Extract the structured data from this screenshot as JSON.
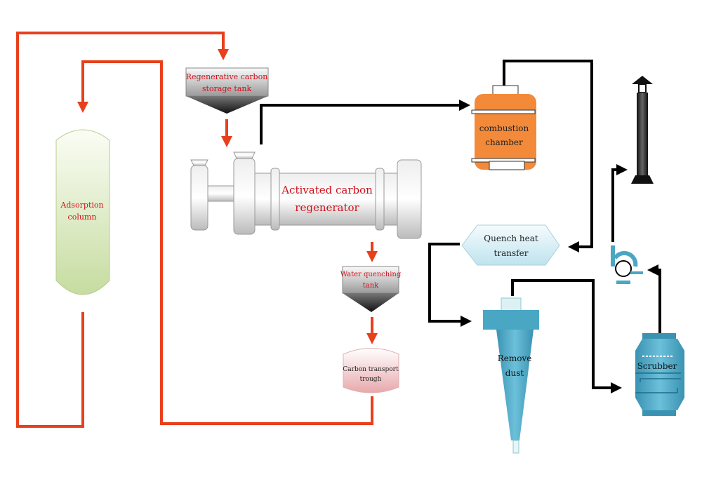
{
  "colors": {
    "carbon_flow": "#e8401c",
    "gas_flow": "#000000",
    "label_red": "#d0101a",
    "combustion": "#f28a3a",
    "dust_equipment": "#4aa7c4"
  },
  "labels": {
    "storage_tank": [
      "Regenerative carbon",
      "storage tank"
    ],
    "regenerator": [
      "Activated carbon",
      "regenerator"
    ],
    "adsorption": [
      "Adsorption",
      "column"
    ],
    "quench_tank": [
      "Water quenching",
      "tank"
    ],
    "trough": [
      "Carbon transport",
      "trough"
    ],
    "combustion": [
      "combustion",
      "chamber"
    ],
    "quench_heat": [
      "Quench heat",
      "transfer"
    ],
    "cyclone": [
      "Remove",
      "dust"
    ],
    "scrubber": [
      "Scrubber"
    ]
  }
}
